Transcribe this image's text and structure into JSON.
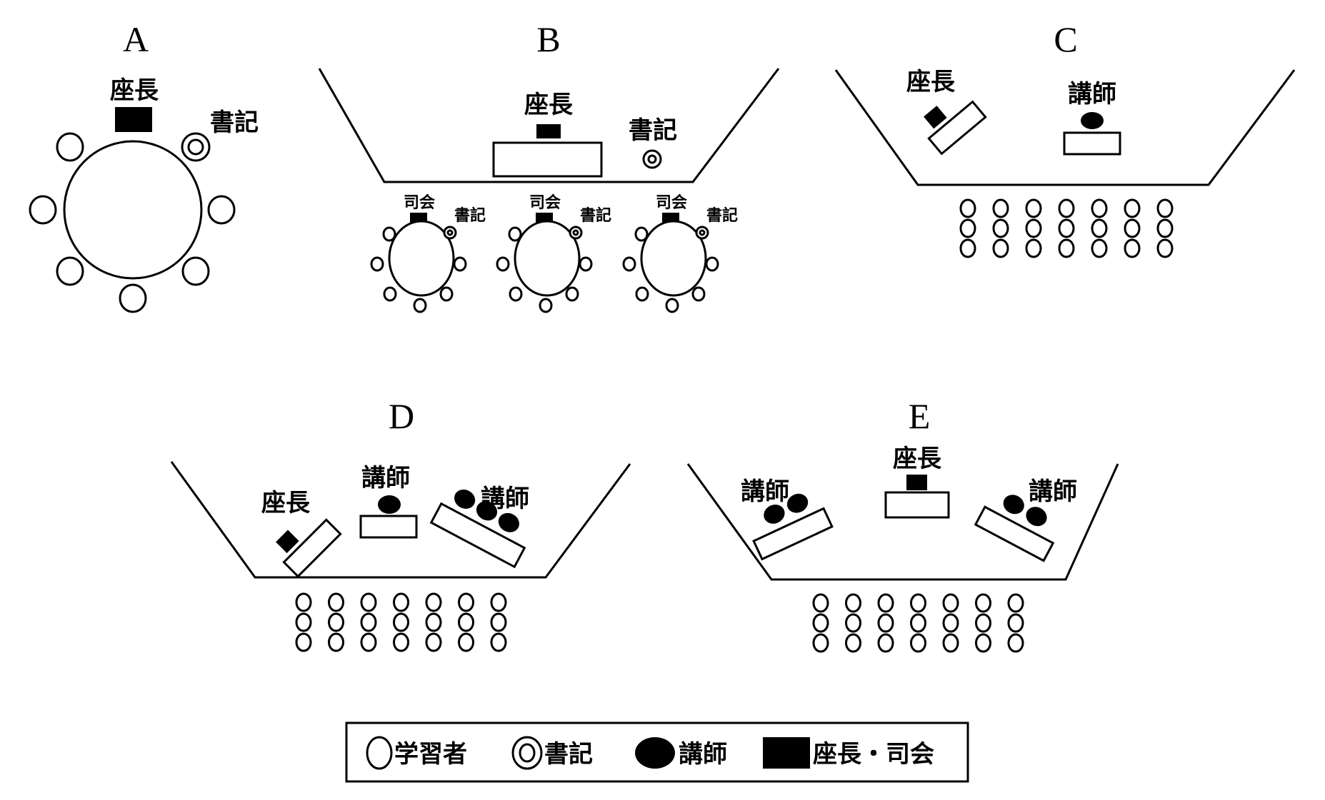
{
  "diagram_title": "",
  "panels": {
    "A": {
      "label": "A",
      "chair": "座長",
      "secretary": "書記"
    },
    "B": {
      "label": "B",
      "chair": "座長",
      "secretary": "書記",
      "groups": [
        {
          "moderator": "司会",
          "secretary": "書記"
        },
        {
          "moderator": "司会",
          "secretary": "書記"
        },
        {
          "moderator": "司会",
          "secretary": "書記"
        }
      ]
    },
    "C": {
      "label": "C",
      "chair": "座長",
      "lecturer": "講師"
    },
    "D": {
      "label": "D",
      "chair": "座長",
      "lecturer_center": "講師",
      "lecturer_panel": "講師"
    },
    "E": {
      "label": "E",
      "chair": "座長",
      "lecturer_left": "講師",
      "lecturer_right": "講師"
    }
  },
  "audience_grid": {
    "rows": 3,
    "cols": 7
  },
  "legend": {
    "items": [
      {
        "symbol": "open-circle",
        "label": "学習者"
      },
      {
        "symbol": "double-circle",
        "label": "書記"
      },
      {
        "symbol": "filled-ellipse",
        "label": "講師"
      },
      {
        "symbol": "filled-square",
        "label": "座長・司会"
      }
    ]
  }
}
